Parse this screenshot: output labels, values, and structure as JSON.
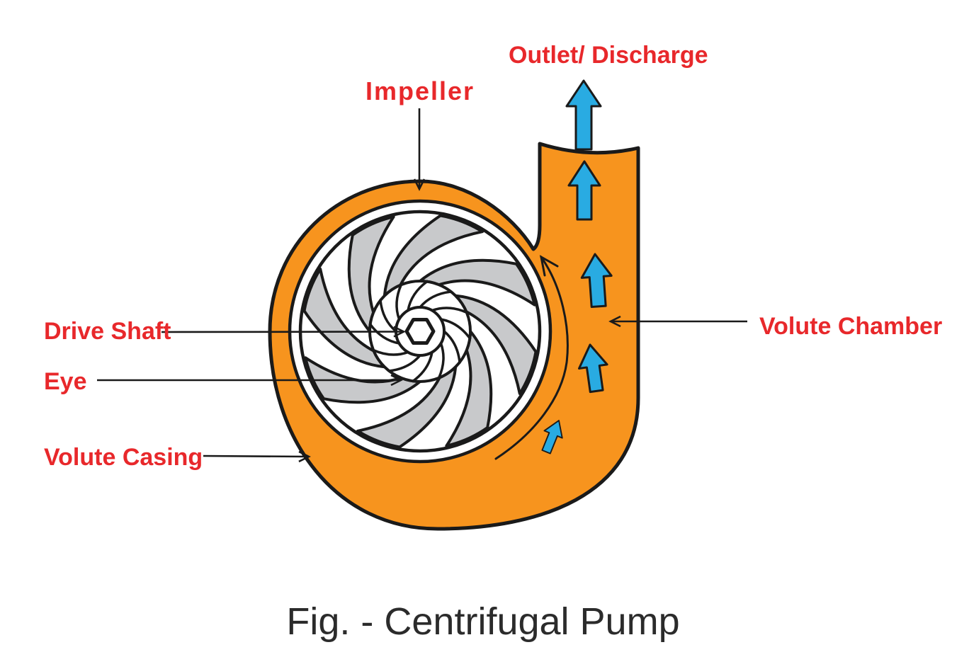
{
  "caption": "Fig. - Centrifugal Pump",
  "labels": {
    "impeller": "Impeller",
    "outlet": "Outlet/ Discharge",
    "drive_shaft": "Drive Shaft",
    "eye": "Eye",
    "volute_casing": "Volute Casing",
    "volute_chamber": "Volute Chamber"
  },
  "colors": {
    "casing_orange": "#F7941E",
    "flow_blue": "#29ABE2",
    "label_red": "#E8282B",
    "blade_gray": "#C8C9CB",
    "outline_black": "#1A1A1A",
    "caption_color": "#2B2B2B"
  }
}
